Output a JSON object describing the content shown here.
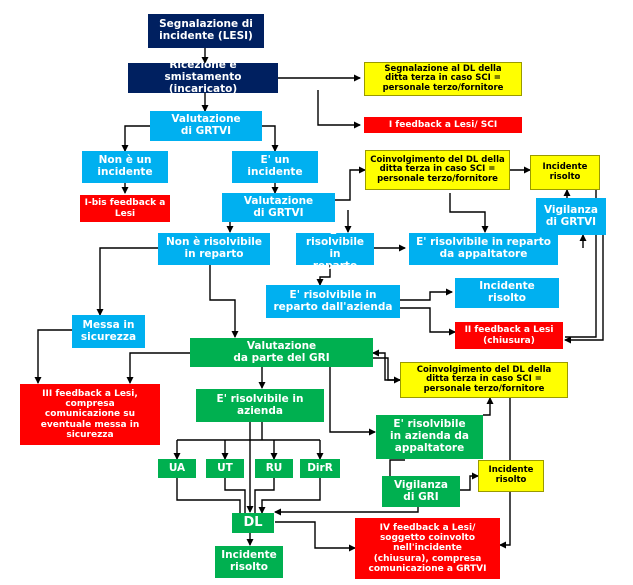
{
  "nodes": {
    "segnalazione": "Segnalazione di\nincidente (LESI)",
    "ricezione": "Ricezione e smistamento\n(incaricato)",
    "segnalazione_dl_top": "Segnalazione al DL della\nditta terza in caso SCI =\npersonale terzo/fornitore",
    "feedback_lesi_sci": "I feedback a Lesi/ SCI",
    "valutazione_grtvi_1": "Valutazione\ndi GRTVI",
    "non_incidente": "Non è un\nincidente",
    "e_incidente": "E' un\nincidente",
    "ibis_feedback": "I-bis feedback a\nLesi",
    "coinvolgimento_dl_1": "Coinvolgimento del DL della\nditta terza in caso SCI =\npersonale terzo/fornitore",
    "incidente_risolto_1": "Incidente\nrisolto",
    "valutazione_grtvi_2": "Valutazione\ndi GRTVI",
    "vigilanza_grtvi": "Vigilanza\ndi GRTVI",
    "non_risolvibile": "Non è risolvibile\nin reparto",
    "risolvibile_reparto": "E' risolvibile in\nreparto",
    "risolvibile_appaltatore": "E' risolvibile in reparto\nda appaltatore",
    "risolvibile_azienda_reparto": "E' risolvibile in\nreparto dall'azienda",
    "incidente_risolto_2": "Incidente\nrisolto",
    "messa_sicurezza": "Messa in\nsicurezza",
    "ii_feedback": "II feedback a Lesi\n(chiusura)",
    "valutazione_gri": "Valutazione\nda parte del GRI",
    "iii_feedback": "III feedback a Lesi,\ncompresa\ncomunicazione su\neventuale messa in\nsicurezza",
    "coinvolgimento_dl_2": "Coinvolgimento del DL della\nditta terza in caso SCI =\npersonale terzo/fornitore",
    "risolvibile_azienda": "E' risolvibile in\nazienda",
    "risolvibile_azienda_appaltatore": "E' risolvibile\nin azienda da\nappaltatore",
    "ua": "UA",
    "ut": "UT",
    "ru": "RU",
    "dirr": "DirR",
    "incidente_risolto_3": "Incidente\nrisolto",
    "vigilanza_gri": "Vigilanza\ndi GRI",
    "dl": "DL",
    "iv_feedback": "IV feedback a Lesi/\nsoggetto coinvolto\nnell'incidente\n(chiusura), compresa\ncomunicazione a GRTVI",
    "incidente_risolto_4": "Incidente\nrisolto"
  },
  "colors": {
    "navy": "#002060",
    "blue": "#00B0F0",
    "red": "#FF0000",
    "yellow": "#FFFF00",
    "green": "#00B050"
  }
}
